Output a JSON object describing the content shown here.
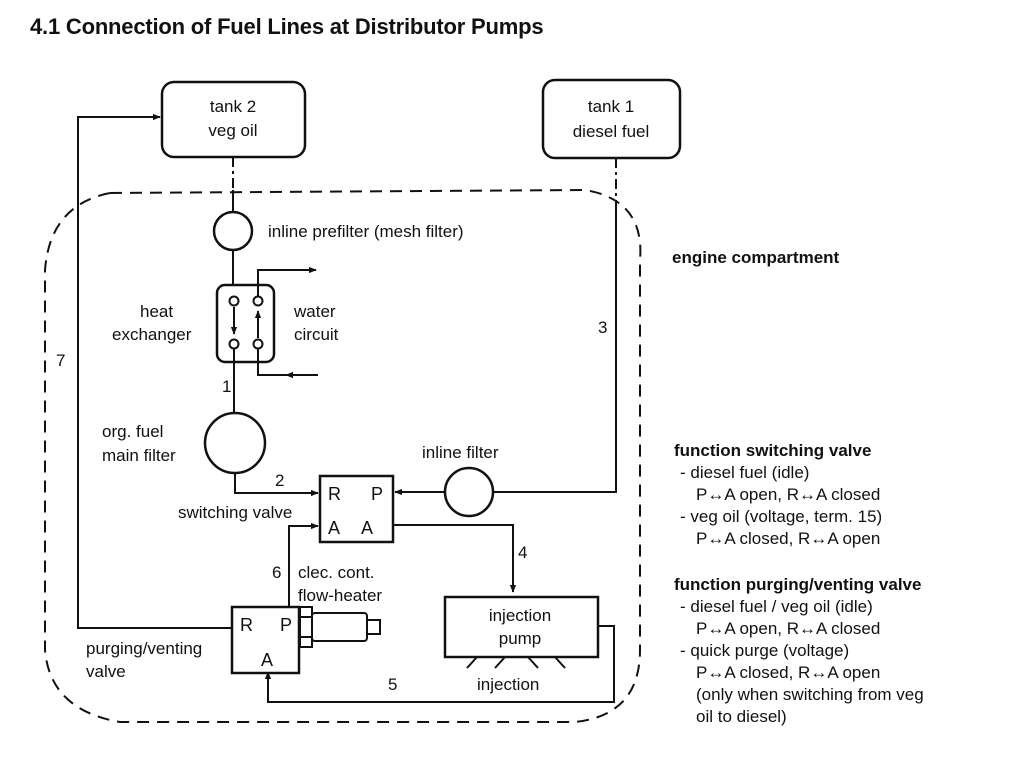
{
  "title": "4.1 Connection of Fuel Lines at Distributor Pumps",
  "zone_label": "engine compartment",
  "components": {
    "tank2": {
      "line1": "tank 2",
      "line2": "veg oil"
    },
    "tank1": {
      "line1": "tank 1",
      "line2": "diesel fuel"
    },
    "prefilter": "inline prefilter (mesh filter)",
    "heat_exchanger": {
      "line1": "heat",
      "line2": "exchanger"
    },
    "water_circuit": {
      "line1": "water",
      "line2": "circuit"
    },
    "main_filter": {
      "line1": "org. fuel",
      "line2": "main filter"
    },
    "inline_filter": "inline filter",
    "switching_valve": {
      "label": "switching valve",
      "ports": [
        "R",
        "P",
        "A",
        "A"
      ]
    },
    "flow_heater": {
      "line1": "clec. cont.",
      "line2": "flow-heater"
    },
    "purging_valve": {
      "line1": "purging/venting",
      "line2": "valve",
      "ports": [
        "R",
        "P",
        "A"
      ]
    },
    "injection_pump": {
      "line1": "injection",
      "line2": "pump"
    },
    "injection": "injection"
  },
  "line_numbers": [
    "1",
    "2",
    "3",
    "4",
    "5",
    "6",
    "7"
  ],
  "legend": {
    "switching_valve": {
      "heading": "function switching valve",
      "items": [
        {
          "mode": "- diesel fuel (idle)",
          "state": "P↔A open, R↔A closed"
        },
        {
          "mode": "- veg oil (voltage, term. 15)",
          "state": "P↔A closed, R↔A open"
        }
      ]
    },
    "purging_valve": {
      "heading": "function purging/venting valve",
      "items": [
        {
          "mode": "- diesel fuel / veg oil (idle)",
          "state": "P↔A open, R↔A closed"
        },
        {
          "mode": "- quick purge (voltage)",
          "state": "P↔A closed, R↔A open"
        }
      ],
      "note_line1": "(only when switching from veg",
      "note_line2": "oil to diesel)"
    }
  }
}
